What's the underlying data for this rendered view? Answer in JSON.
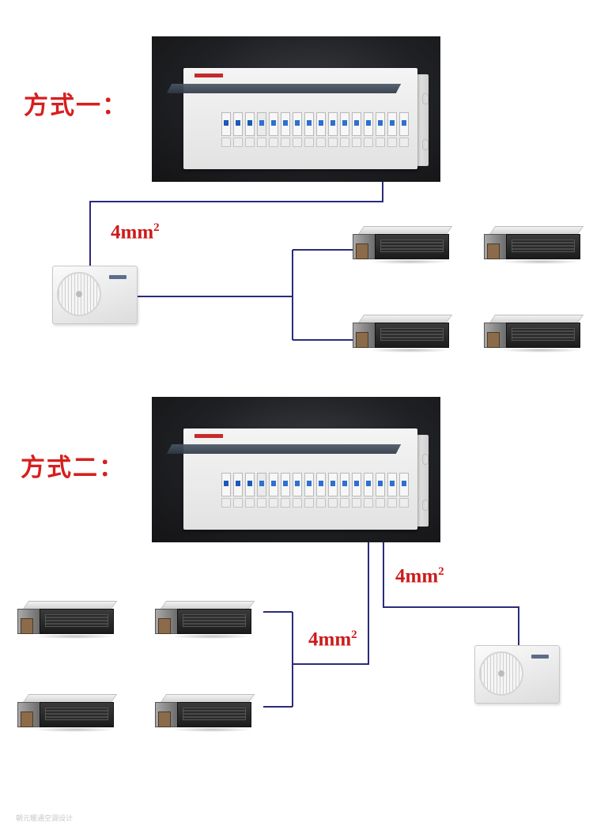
{
  "scheme1": {
    "title": "方式一：",
    "wire_label": {
      "value": "4mm",
      "power": "2"
    }
  },
  "scheme2": {
    "title": "方式二：",
    "indoor_wire_label": {
      "value": "4mm",
      "power": "2"
    },
    "outdoor_wire_label": {
      "value": "4mm",
      "power": "2"
    }
  },
  "watermark": "朝元暖通空调设计",
  "colors": {
    "title": "#d81e1e",
    "wire": "#2b2b7a",
    "label": "#cc1a1a"
  },
  "icons": [
    "distribution-panel-icon",
    "outdoor-unit-icon",
    "duct-indoor-unit-icon"
  ]
}
